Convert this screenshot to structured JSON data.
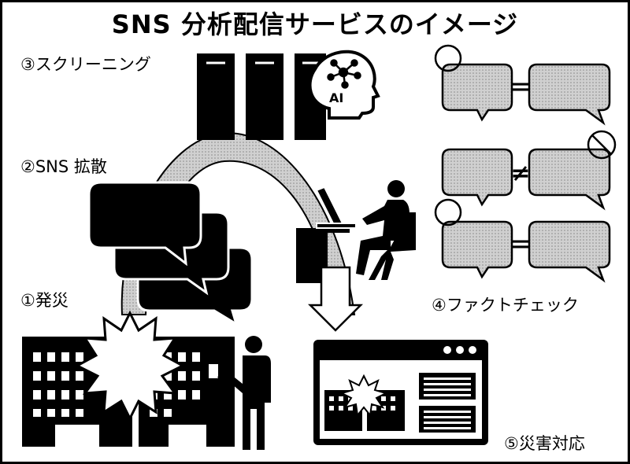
{
  "title": "SNS 分析配信サービスのイメージ",
  "steps": {
    "step1": "①発災",
    "step2": "②SNS 拡散",
    "step3": "③スクリーニング",
    "step4": "④ファクトチェック",
    "step5": "⑤災害対応"
  },
  "ai_label": "AI",
  "fact_check": {
    "rows": [
      {
        "symbol": "＝"
      },
      {
        "symbol": "≠"
      },
      {
        "symbol": "＝"
      }
    ]
  },
  "colors": {
    "ink": "#000000",
    "bubble_fill": "#c8c8c8",
    "arc_fill": "#c8c8c8"
  }
}
